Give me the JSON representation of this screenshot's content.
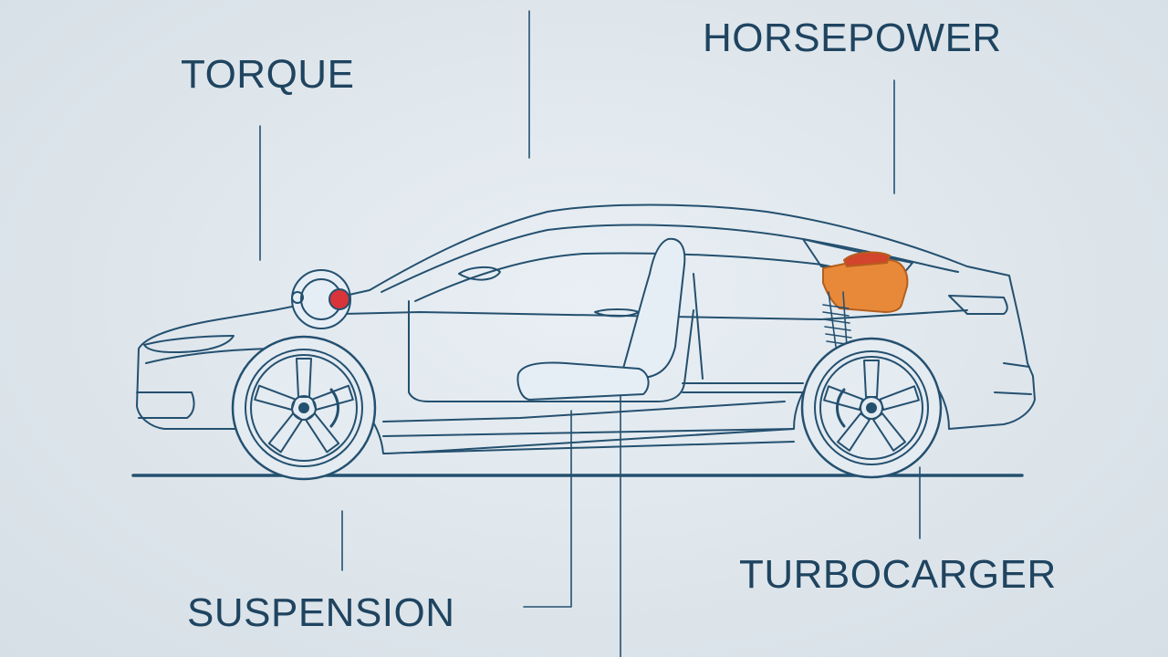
{
  "labels": {
    "torque": "TORQUE",
    "horsepower": "HORSEPOWER",
    "suspension": "SUSPENSION",
    "turbocharger": "TURBOCARGER"
  },
  "colors": {
    "background": "#dfe6ec",
    "line": "#24506f",
    "text": "#1f4460",
    "accent_orange": "#e8893a",
    "accent_red": "#d8343a"
  },
  "icons": {
    "car": "car-side-outline",
    "wheel": "alloy-wheel",
    "seat": "seat",
    "turbo": "turbocharger",
    "engine": "engine-block",
    "shock": "coil-spring-shock"
  }
}
